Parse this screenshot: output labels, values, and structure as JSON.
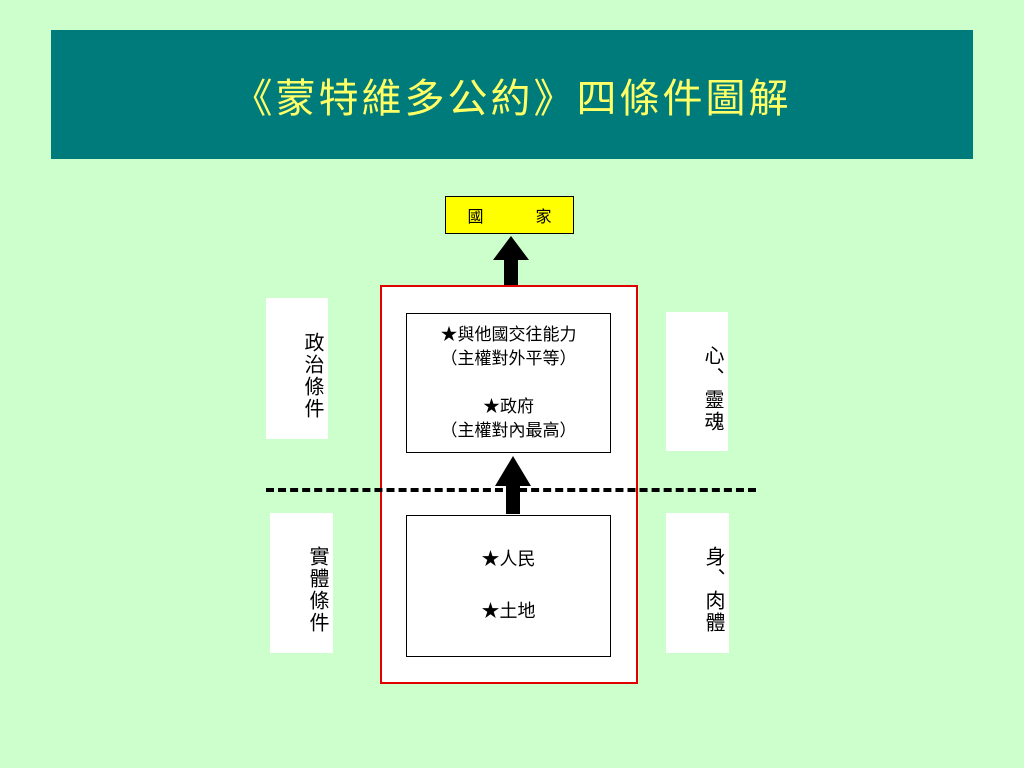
{
  "title": "《蒙特維多公約》四條件圖解",
  "state_label": "國　家",
  "political": {
    "label": "政治條件",
    "items": [
      {
        "line1": "★與他國交往能力",
        "line2": "（主權對外平等）"
      },
      {
        "line1": "★政府",
        "line2": "（主權對內最高）"
      }
    ],
    "analogy": "心、靈魂"
  },
  "physical": {
    "label": "實體條件",
    "items": [
      "★人民",
      "★土地"
    ],
    "analogy": "身、肉體"
  }
}
